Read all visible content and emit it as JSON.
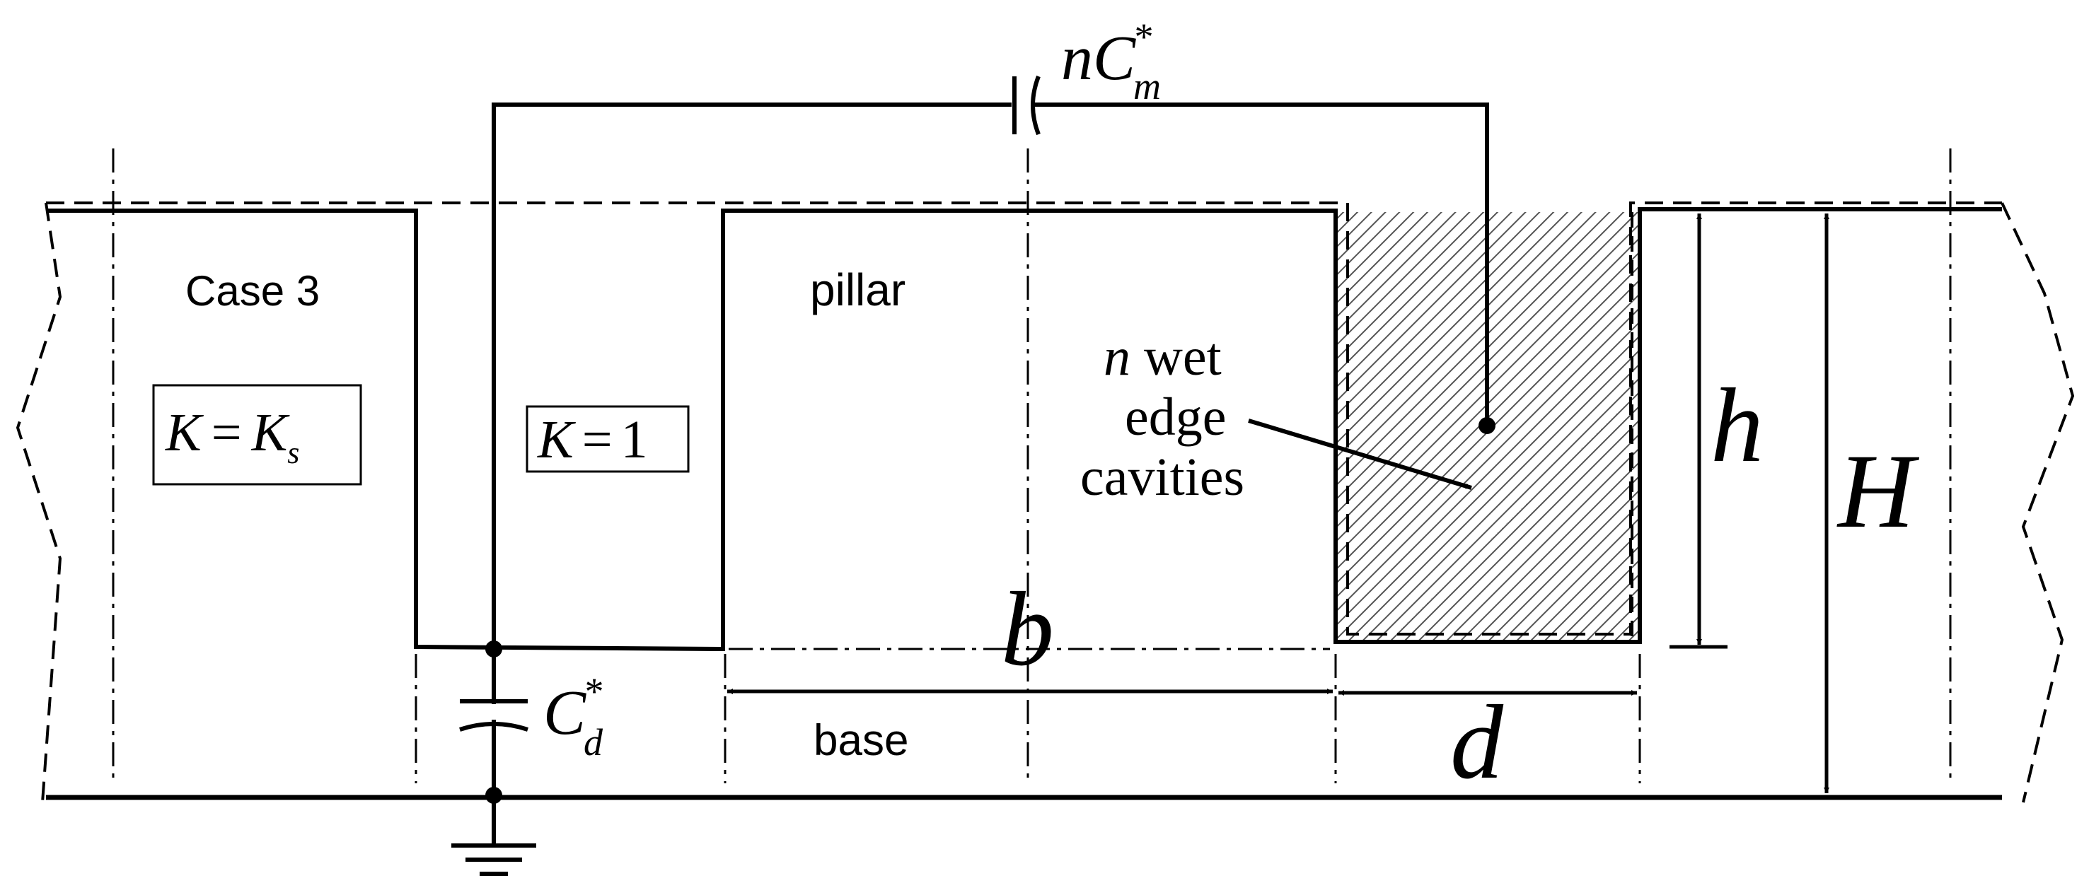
{
  "labels": {
    "case": "Case 3",
    "pillar": "pillar",
    "base": "base",
    "box_left": {
      "lhs": "K",
      "eq": "=",
      "rhs": "K",
      "sub": "s"
    },
    "box_right": {
      "lhs": "K",
      "eq": "=",
      "rhs": "1"
    },
    "cavity_line1_n": "n",
    "cavity_line1_rest": " wet",
    "cavity_line2": "edge",
    "cavity_line3": "cavities",
    "cap_top": {
      "prefix": "n",
      "sym": "C",
      "sup": "*",
      "sub": "m"
    },
    "cap_bottom": {
      "sym": "C",
      "sup": "*",
      "sub": "d"
    },
    "dim_b": "b",
    "dim_d": "d",
    "dim_h": "h",
    "dim_H": "H"
  }
}
